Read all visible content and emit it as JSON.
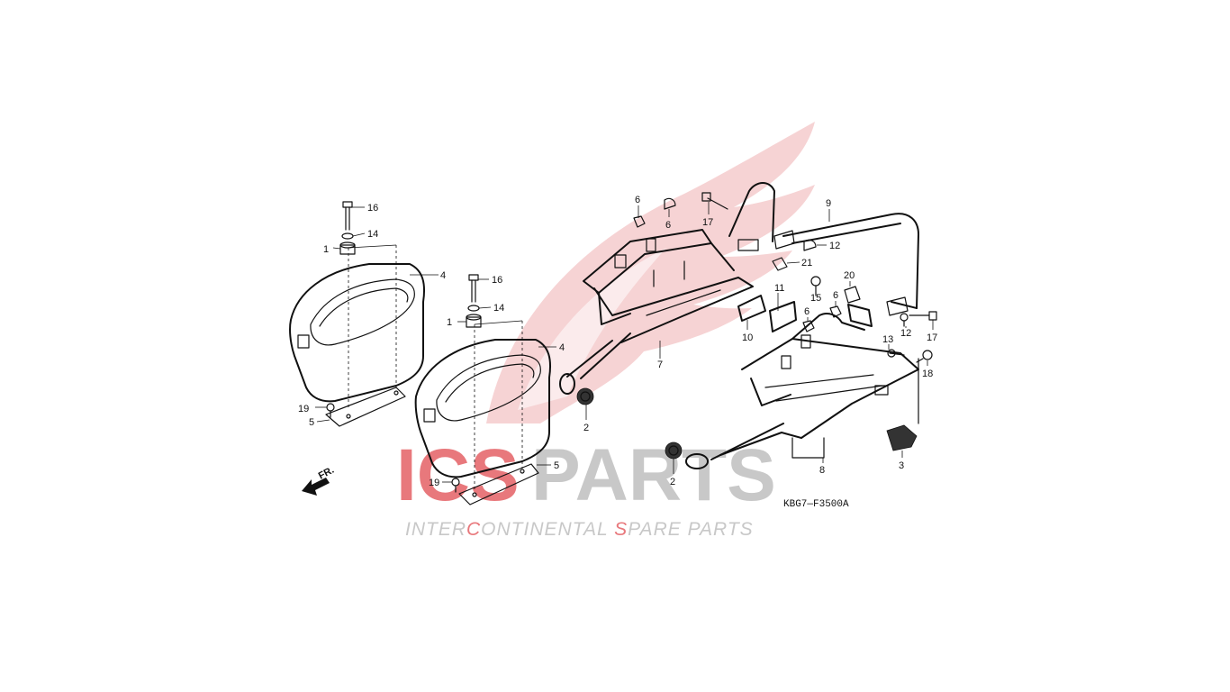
{
  "diagram": {
    "code": "KBG7—F3500A",
    "direction_marker": "FR."
  },
  "watermark": {
    "brand_red": "ICS",
    "brand_grey": "PARTS",
    "tagline_parts": [
      {
        "text": "INTER",
        "accent": false
      },
      {
        "text": "C",
        "accent": true
      },
      {
        "text": "ONTINENTAL ",
        "accent": false
      },
      {
        "text": "S",
        "accent": true
      },
      {
        "text": "PARE PARTS",
        "accent": false
      }
    ],
    "colors": {
      "red": "#e8787c",
      "grey": "#c8c8c8",
      "wing": "#f6d3d4"
    }
  },
  "callouts": [
    {
      "id": "c16a",
      "label": "16"
    },
    {
      "id": "c14a",
      "label": "14"
    },
    {
      "id": "c1a",
      "label": "1"
    },
    {
      "id": "c4a",
      "label": "4"
    },
    {
      "id": "c19a",
      "label": "19"
    },
    {
      "id": "c5a",
      "label": "5"
    },
    {
      "id": "c16b",
      "label": "16"
    },
    {
      "id": "c14b",
      "label": "14"
    },
    {
      "id": "c1b",
      "label": "1"
    },
    {
      "id": "c4b",
      "label": "4"
    },
    {
      "id": "c19b",
      "label": "19"
    },
    {
      "id": "c5b",
      "label": "5"
    },
    {
      "id": "c2a",
      "label": "2"
    },
    {
      "id": "c7",
      "label": "7"
    },
    {
      "id": "c6a",
      "label": "6"
    },
    {
      "id": "c6b",
      "label": "6"
    },
    {
      "id": "c17a",
      "label": "17"
    },
    {
      "id": "c9",
      "label": "9"
    },
    {
      "id": "c12a",
      "label": "12"
    },
    {
      "id": "c21",
      "label": "21"
    },
    {
      "id": "c15",
      "label": "15"
    },
    {
      "id": "c20",
      "label": "20"
    },
    {
      "id": "c6c",
      "label": "6"
    },
    {
      "id": "c11",
      "label": "11"
    },
    {
      "id": "c10",
      "label": "10"
    },
    {
      "id": "c6d",
      "label": "6"
    },
    {
      "id": "c12b",
      "label": "12"
    },
    {
      "id": "c17b",
      "label": "17"
    },
    {
      "id": "c13",
      "label": "13"
    },
    {
      "id": "c18",
      "label": "18"
    },
    {
      "id": "c3",
      "label": "3"
    },
    {
      "id": "c8",
      "label": "8"
    },
    {
      "id": "c2b",
      "label": "2"
    }
  ]
}
